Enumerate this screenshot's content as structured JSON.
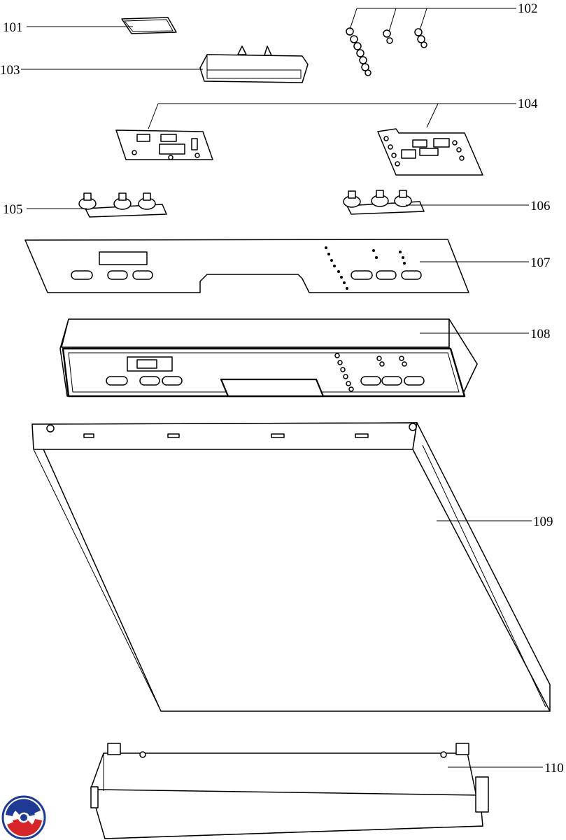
{
  "diagram": {
    "callouts": [
      {
        "id": "101",
        "label": "101"
      },
      {
        "id": "102",
        "label": "102"
      },
      {
        "id": "103",
        "label": "103"
      },
      {
        "id": "104",
        "label": "104"
      },
      {
        "id": "105",
        "label": "105"
      },
      {
        "id": "106",
        "label": "106"
      },
      {
        "id": "107",
        "label": "107"
      },
      {
        "id": "108",
        "label": "108"
      },
      {
        "id": "109",
        "label": "109"
      },
      {
        "id": "110",
        "label": "110"
      }
    ],
    "logo": {
      "icon": "swirl-logo-icon",
      "colors": {
        "blue": "#1f3a93",
        "red": "#d6262b"
      }
    }
  }
}
